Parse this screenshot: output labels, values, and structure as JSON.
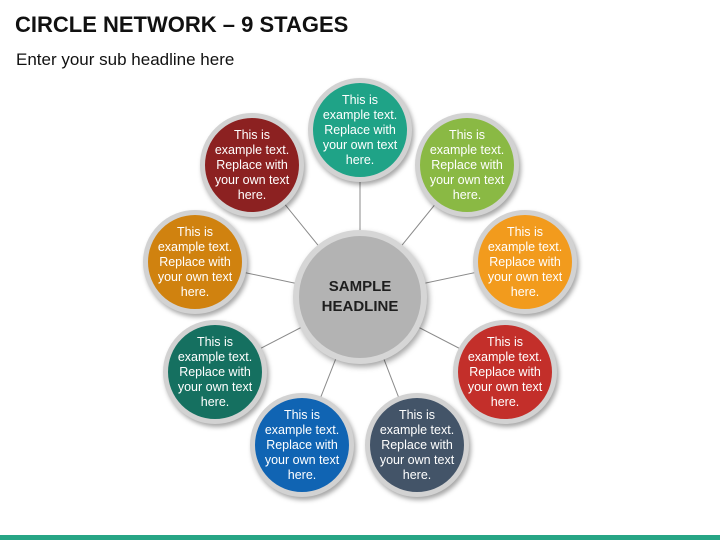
{
  "slide": {
    "title": "CIRCLE NETWORK – 9 STAGES",
    "subtitle": "Enter your sub headline here"
  },
  "hub": {
    "label": "SAMPLE HEADLINE"
  },
  "nodes": [
    {
      "text": "This is example text. Replace with your own text here.",
      "color": "#1fa387"
    },
    {
      "text": "This is example text. Replace with your own text here.",
      "color": "#8ab944"
    },
    {
      "text": "This is example text. Replace with your own text here.",
      "color": "#f29b1d"
    },
    {
      "text": "This is example text. Replace with your own text here.",
      "color": "#c32f2a"
    },
    {
      "text": "This is example text. Replace with your own text here.",
      "color": "#435468"
    },
    {
      "text": "This is example text. Replace with your own text here.",
      "color": "#1064b3"
    },
    {
      "text": "This is example text. Replace with your own text here.",
      "color": "#157060"
    },
    {
      "text": "This is example text. Replace with your own text here.",
      "color": "#d0820f"
    },
    {
      "text": "This is example text. Replace with your own text here.",
      "color": "#8c2121"
    }
  ],
  "colors": {
    "accent_bar": "#27a585",
    "hub_fill": "#b3b3b3"
  }
}
